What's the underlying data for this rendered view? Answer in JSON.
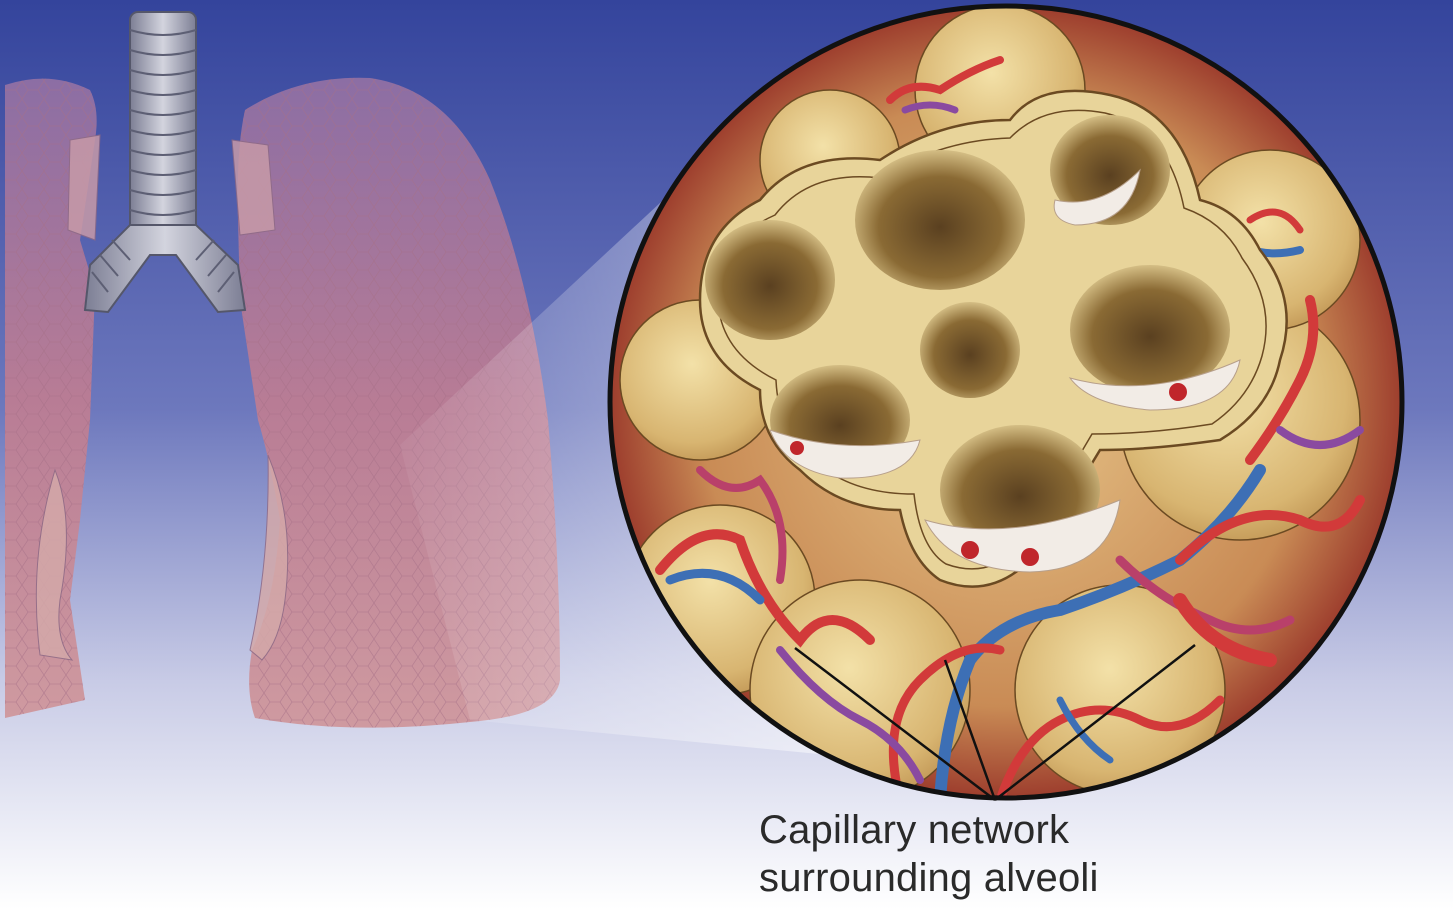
{
  "figure": {
    "callout_label": {
      "line1": "Capillary network",
      "line2": "surrounding alveoli"
    }
  },
  "colors": {
    "background_top": "#3a4aa0",
    "background_bottom": "#ffffff",
    "lung_tissue": "#c9868f",
    "trachea": "#a8a8b8",
    "alveolus_wall": "#e8d49a",
    "alveolus_cavity": "#6e5426",
    "capillary_arterial": "#d23a3a",
    "capillary_venous": "#3d6fb5",
    "magnifier_outline": "#111111"
  },
  "icons": [
    "lungs-illustration",
    "trachea-illustration",
    "magnifier-circle",
    "alveoli-cluster",
    "capillary-network"
  ]
}
